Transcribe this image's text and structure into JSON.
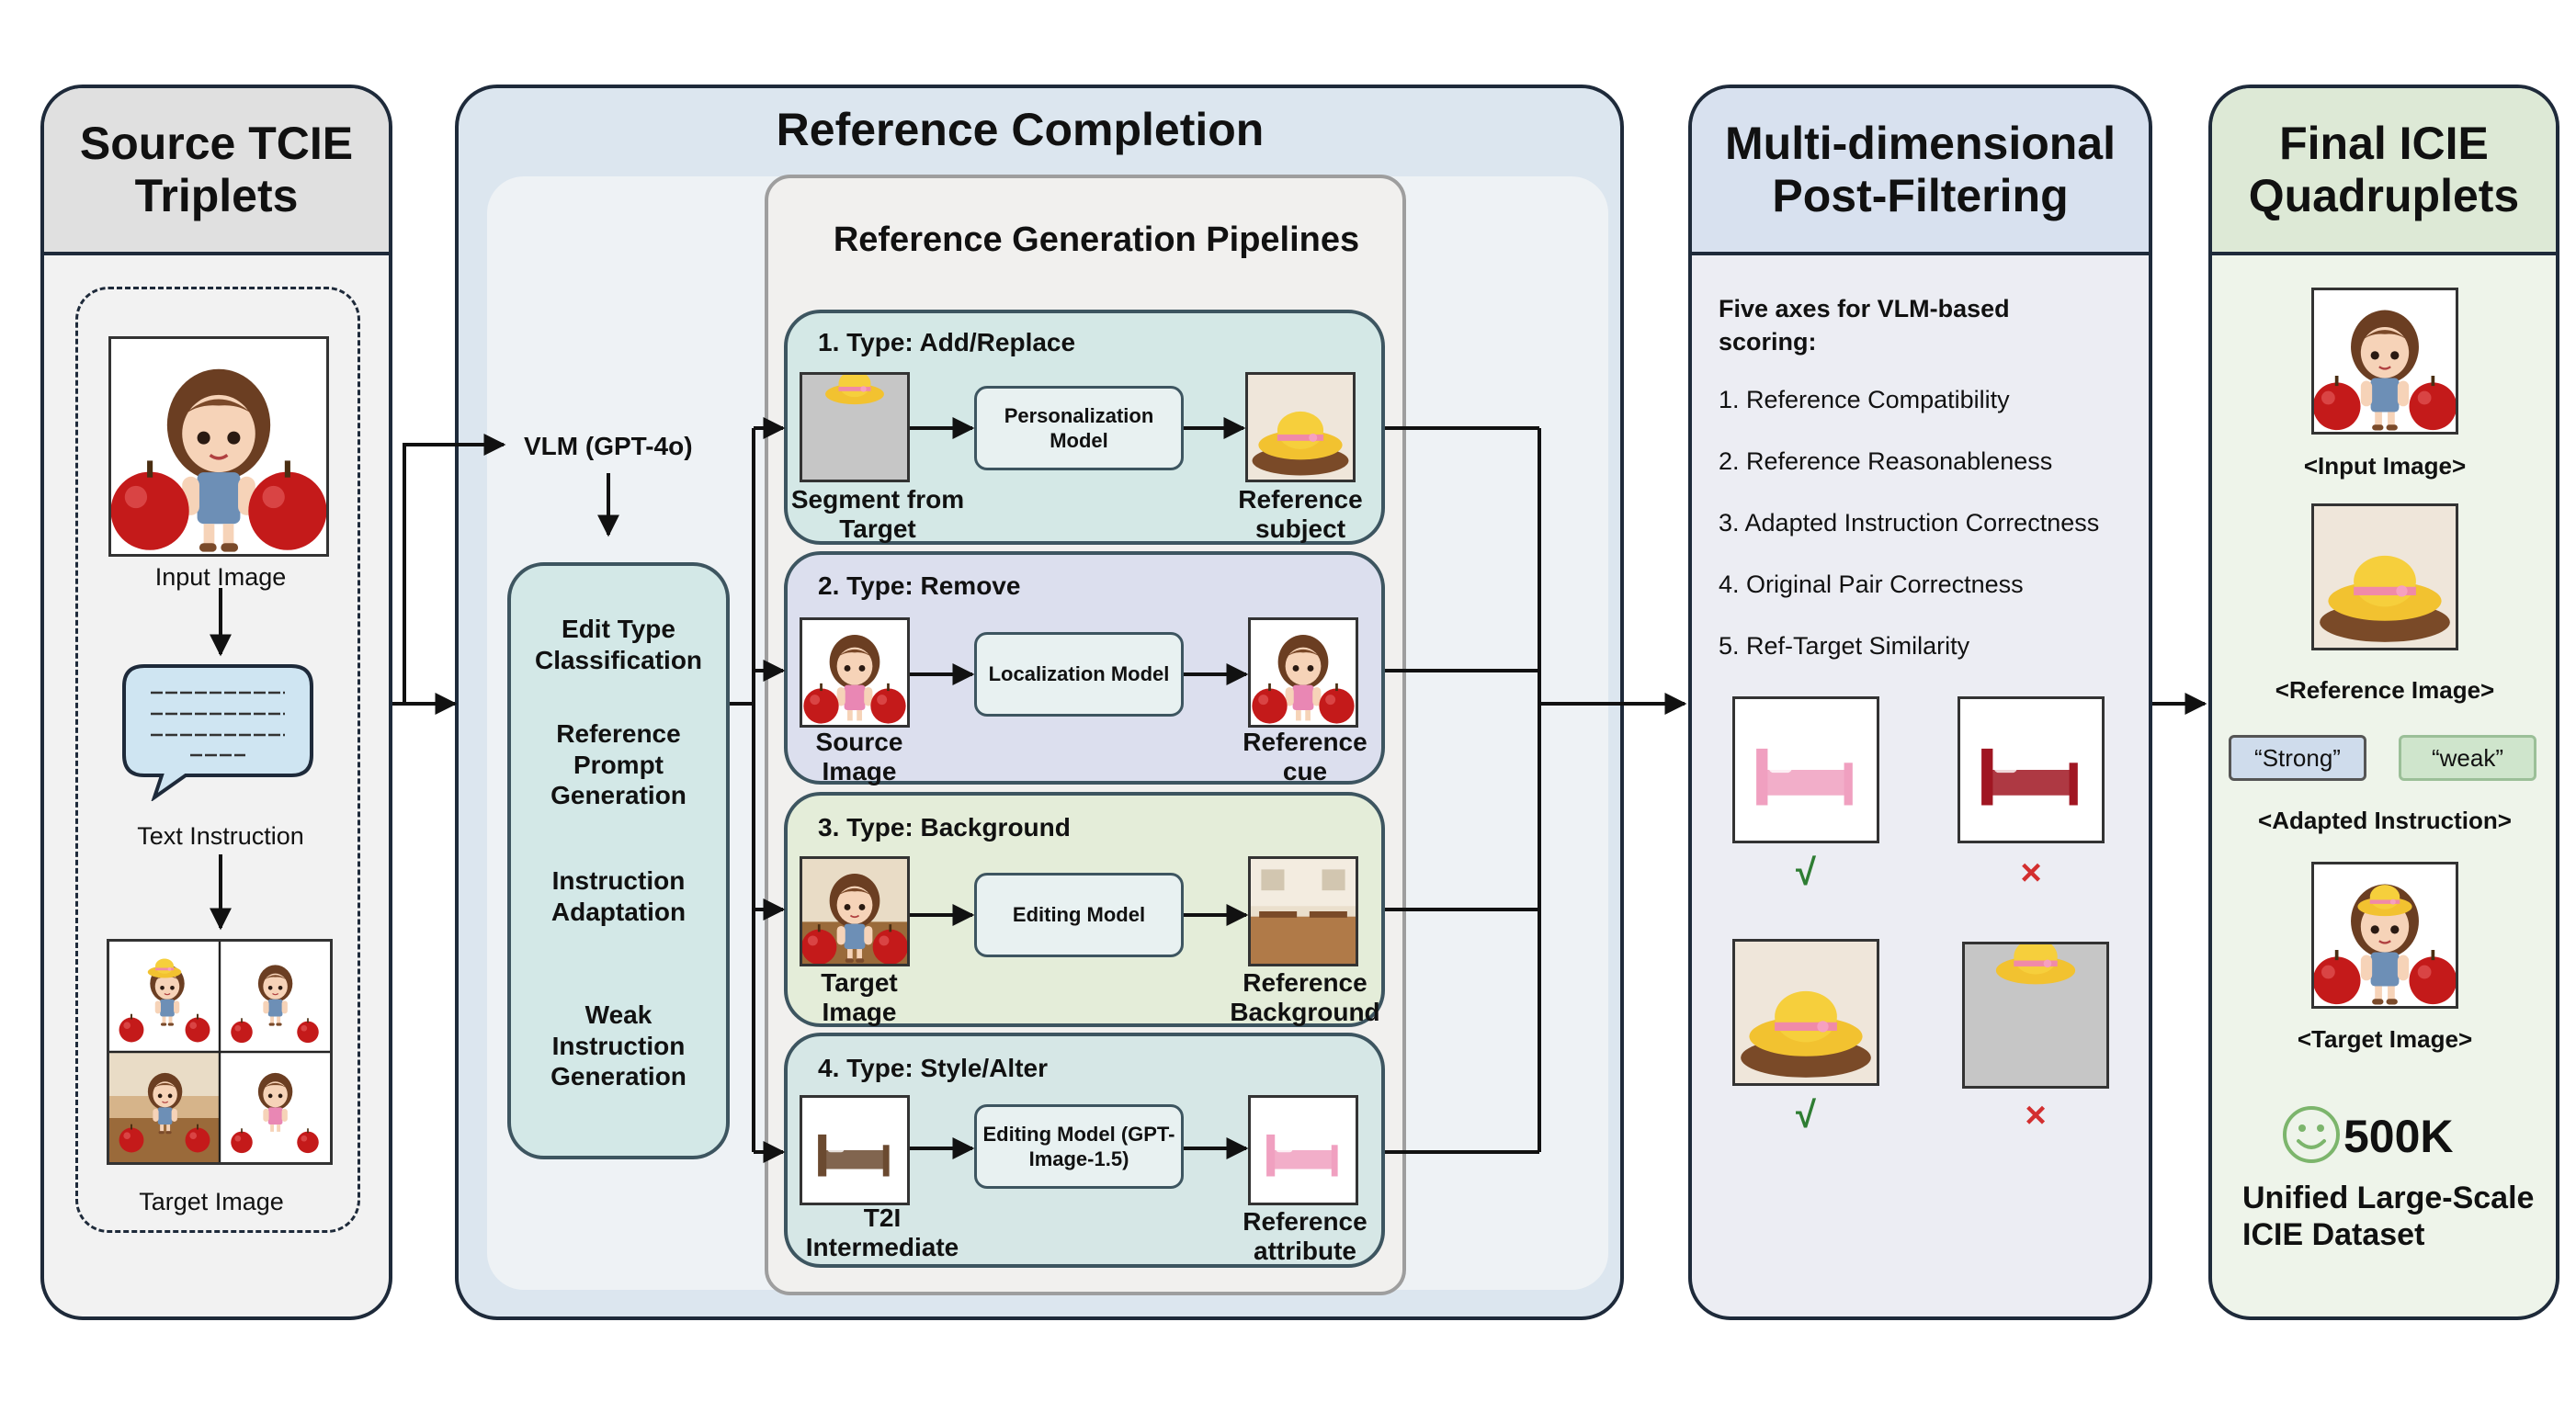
{
  "source": {
    "title": "Source TCIE Triplets",
    "input_label": "Input Image",
    "text_label": "Text Instruction",
    "target_label": "Target Image"
  },
  "reference": {
    "title": "Reference Completion",
    "vlm_label": "VLM (GPT-4o)",
    "steps": [
      "Edit Type Classification",
      "Reference Prompt Generation",
      "Instruction Adaptation",
      "Weak Instruction Generation"
    ],
    "pipelines_title": "Reference Generation Pipelines",
    "pipelines": [
      {
        "title": "1. Type: Add/Replace",
        "left_label": "Segment from Target",
        "model": "Personalization Model",
        "right_label": "Reference subject"
      },
      {
        "title": "2. Type: Remove",
        "left_label": "Source Image",
        "model": "Localization Model",
        "right_label": "Reference cue"
      },
      {
        "title": "3. Type: Background",
        "left_label": "Target Image",
        "model": "Editing Model",
        "right_label": "Reference Background"
      },
      {
        "title": "4. Type: Style/Alter",
        "left_label": "T2I Intermediate",
        "model": "Editing Model (GPT-Image-1.5)",
        "right_label": "Reference attribute"
      }
    ]
  },
  "filtering": {
    "title": "Multi-dimensional Post-Filtering",
    "intro": "Five axes for VLM-based scoring:",
    "axes": [
      "1. Reference Compatibility",
      "2. Reference Reasonableness",
      "3. Adapted Instruction Correctness",
      "4. Original Pair Correctness",
      "5. Ref-Target Similarity"
    ],
    "pass_mark": "√",
    "fail_mark": "×"
  },
  "final": {
    "title": "Final ICIE Quadruplets",
    "input_label": "<Input Image>",
    "reference_label": "<Reference Image>",
    "strong_tag": "“Strong”",
    "weak_tag": "“weak”",
    "adapted_label": "<Adapted Instruction>",
    "target_label": "<Target Image>",
    "count": "500K",
    "dataset_line1": "Unified Large-Scale",
    "dataset_line2": "ICIE Dataset"
  },
  "colors": {
    "outline": "#1e2a3a",
    "source_head": "#e0e0e0",
    "source_body": "#f2f2f2",
    "reference_bg": "#dce6ef",
    "reference_inner": "#eef2f5",
    "pipelines_bg": "#f1f0ee",
    "vlm_box": "#d3e8e7",
    "add_replace": "#d4e8e6",
    "remove": "#dcdfee",
    "background": "#e4edd9",
    "style_alter": "#d6e7e6",
    "filter_head": "#d8e1ef",
    "filter_body": "#ecedf3",
    "final_head": "#dde9d6",
    "final_body": "#eef4ea",
    "pass": "#2e7d32",
    "fail": "#d32f2f"
  }
}
